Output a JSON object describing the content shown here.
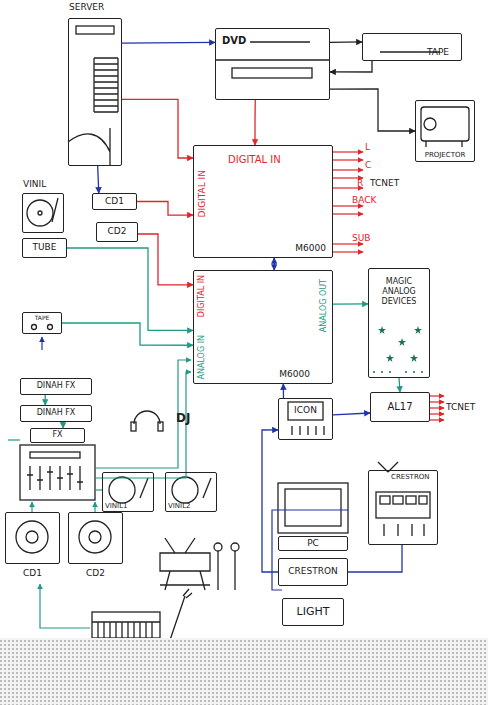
{
  "diagram": {
    "nodes": [
      {
        "text": [
          "SERVER"
        ]
      },
      {
        "text": [
          "DVD"
        ]
      },
      {
        "text": [
          "TAPE"
        ]
      },
      {
        "text": [
          "PROJECTOR"
        ]
      },
      {
        "text": [
          "VINIL"
        ]
      },
      {
        "text": [
          "CD1"
        ]
      },
      {
        "text": [
          "TUBE"
        ]
      },
      {
        "text": [
          "CD2"
        ]
      },
      {
        "text": [
          "DIGITAL IN",
          "DIGITAL IN",
          "M6000"
        ]
      },
      {
        "text": [
          "DIGITAL IN",
          "ANALOG IN",
          "ANALOG OUT",
          "M6000"
        ]
      },
      {
        "text": [
          "MAGIC ANALOG DEVICES"
        ]
      },
      {
        "text": [
          "TAPE"
        ]
      },
      {
        "text": [
          "ICON"
        ]
      },
      {
        "text": [
          "AL17"
        ]
      },
      {
        "text": [
          "DINAH FX"
        ]
      },
      {
        "text": [
          "DINAH FX"
        ]
      },
      {
        "text": [
          "FX"
        ]
      },
      {
        "text": [
          "VINIL1"
        ]
      },
      {
        "text": [
          "VINIL2"
        ]
      },
      {
        "text": [
          "CRESTRON"
        ]
      },
      {
        "text": [
          "CD1"
        ]
      },
      {
        "text": [
          "CD2"
        ]
      },
      {
        "text": [
          "PC"
        ]
      },
      {
        "text": [
          "CRESTRON"
        ]
      },
      {
        "text": [
          "LIGHT"
        ]
      }
    ],
    "edges": [
      {
        "from": 0,
        "to": 1,
        "arrow": "to"
      },
      {
        "from": 1,
        "to": 2,
        "arrow": "to"
      },
      {
        "from": 2,
        "to": 1,
        "arrow": "to"
      },
      {
        "from": 1,
        "to": 3,
        "arrow": "to"
      },
      {
        "from": 1,
        "to": 8,
        "arrow": "to"
      },
      {
        "from": 0,
        "to": 8,
        "arrow": "to"
      },
      {
        "from": 0,
        "to": 5,
        "arrow": "to"
      },
      {
        "from": 5,
        "to": 8,
        "arrow": "to"
      },
      {
        "from": 7,
        "to": 9,
        "arrow": "to"
      },
      {
        "from": 8,
        "to": 9,
        "arrow": "both"
      },
      {
        "from": 6,
        "to": 9,
        "arrow": "to"
      },
      {
        "from": 11,
        "to": 9,
        "arrow": "to"
      },
      {
        "from": 9,
        "to": 10,
        "arrow": "to"
      },
      {
        "from": 10,
        "to": 13,
        "arrow": "to"
      },
      {
        "from": 12,
        "to": 9,
        "arrow": "to"
      },
      {
        "from": 12,
        "to": 13,
        "arrow": "to"
      },
      {
        "from": 23,
        "to": 12,
        "arrow": "to"
      },
      {
        "from": 23,
        "to": 19,
        "arrow": "none"
      },
      {
        "from": 14,
        "to": 15,
        "arrow": "to"
      },
      {
        "from": 15,
        "to": 16,
        "arrow": "to"
      }
    ],
    "labels": [
      "L",
      "C",
      "R",
      "BACK",
      "SUB",
      "TCNET",
      "DJ",
      "TCNET"
    ]
  }
}
